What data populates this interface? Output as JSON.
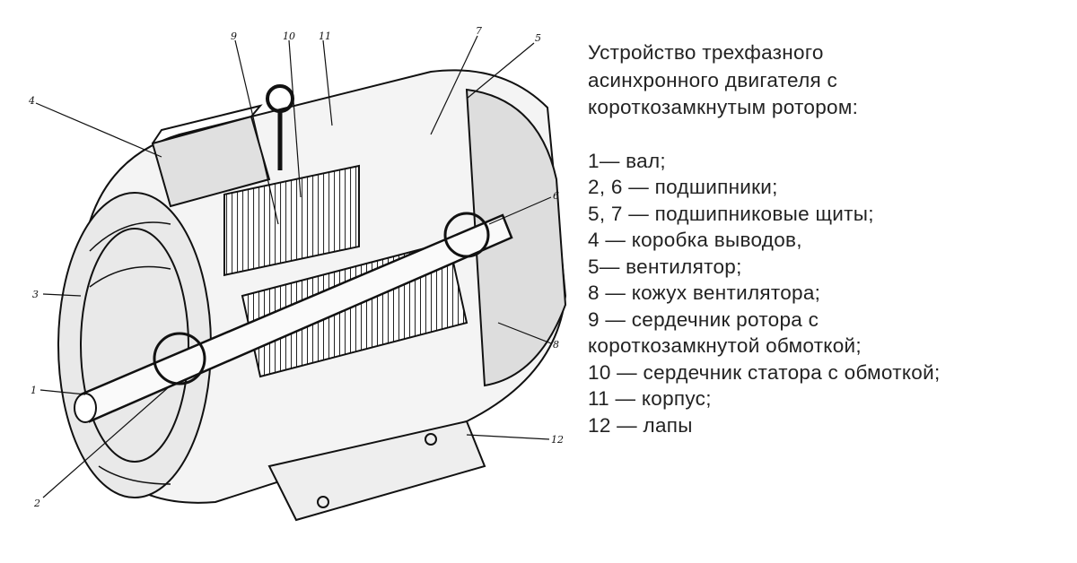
{
  "legend": {
    "title_lines": [
      "Устройство трехфазного",
      "асинхронного двигателя с",
      "короткозамкнутым ротором:"
    ],
    "items": [
      "1— вал;",
      "2, 6 — подшипники;",
      "5, 7 — подшипниковые щиты;",
      "4 — коробка выводов,",
      "5— вентилятор;",
      "8 — кожух вентилятора;",
      "9 — сердечник ротора с",
      "короткозамкнутой обмоткой;",
      "10 — сердечник статора с обмоткой;",
      "11 — корпус;",
      "12 — лапы"
    ]
  },
  "callouts": [
    "1",
    "2",
    "3",
    "4",
    "5",
    "6",
    "7",
    "8",
    "9",
    "10",
    "11",
    "12"
  ]
}
